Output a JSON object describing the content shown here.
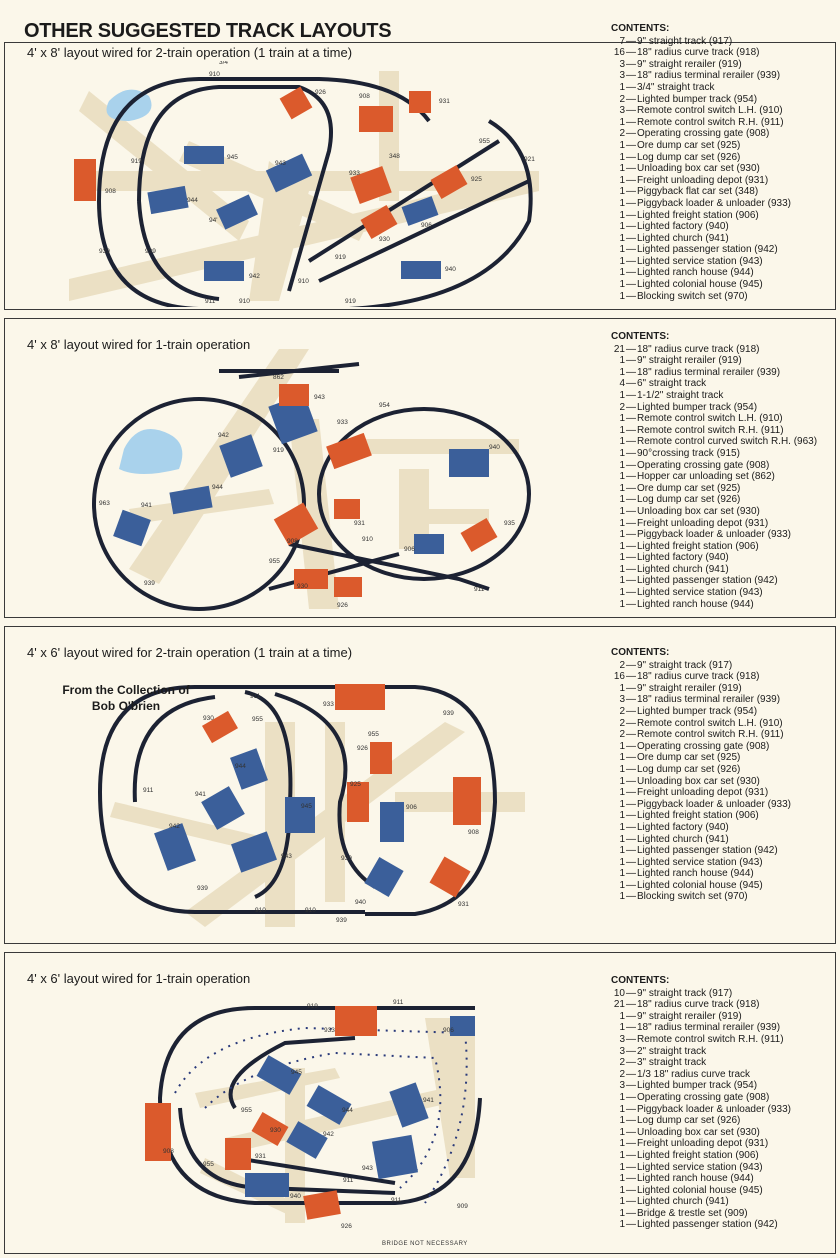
{
  "page_title": "OTHER SUGGESTED TRACK LAYOUTS",
  "colors": {
    "track": "#1c2233",
    "road": "#ebe0c4",
    "building_blue": "#3b5f9a",
    "building_orange": "#db5a2c",
    "water": "#a9d2ec",
    "background": "#fbf7ea"
  },
  "collection_note": {
    "line1": "From the Collection of",
    "line2": "Bob O'brien"
  },
  "bridge_note": "BRIDGE NOT NECESSARY",
  "layouts": [
    {
      "heading": "4' x 8' layout wired for 2-train operation (1 train at a time)",
      "contents_title": "CONTENTS:",
      "contents": [
        {
          "qty": "7",
          "item": "9\" straight track (917)"
        },
        {
          "qty": "16",
          "item": "18\" radius curve track (918)"
        },
        {
          "qty": "3",
          "item": "9\" straight rerailer (919)"
        },
        {
          "qty": "3",
          "item": "18\" radius terminal rerailer (939)"
        },
        {
          "qty": "1",
          "item": "3/4\" straight track"
        },
        {
          "qty": "2",
          "item": "Lighted bumper track (954)"
        },
        {
          "qty": "3",
          "item": "Remote control switch L.H. (910)"
        },
        {
          "qty": "1",
          "item": "Remote control switch R.H. (911)"
        },
        {
          "qty": "2",
          "item": "Operating crossing gate (908)"
        },
        {
          "qty": "1",
          "item": "Ore dump car set (925)"
        },
        {
          "qty": "1",
          "item": "Log dump car set (926)"
        },
        {
          "qty": "1",
          "item": "Unloading box car set (930)"
        },
        {
          "qty": "1",
          "item": "Freight unloading depot (931)"
        },
        {
          "qty": "1",
          "item": "Piggyback flat car set (348)"
        },
        {
          "qty": "1",
          "item": "Piggyback loader & unloader (933)"
        },
        {
          "qty": "1",
          "item": "Lighted freight station (906)"
        },
        {
          "qty": "1",
          "item": "Lighted factory (940)"
        },
        {
          "qty": "1",
          "item": "Lighted church (941)"
        },
        {
          "qty": "1",
          "item": "Lighted passenger station (942)"
        },
        {
          "qty": "1",
          "item": "Lighted service station (943)"
        },
        {
          "qty": "1",
          "item": "Lighted ranch house (944)"
        },
        {
          "qty": "1",
          "item": "Lighted colonial house (945)"
        },
        {
          "qty": "1",
          "item": "Blocking switch set (970)"
        }
      ],
      "labels": [
        "3/4\"",
        "910",
        "926",
        "908",
        "931",
        "955",
        "921",
        "919",
        "945",
        "943",
        "348",
        "933",
        "925",
        "908",
        "944",
        "94'",
        "906",
        "930",
        "939",
        "939",
        "942",
        "910",
        "919",
        "940",
        "911",
        "910",
        "919"
      ]
    },
    {
      "heading": "4' x 8' layout wired for 1-train operation",
      "contents_title": "CONTENTS:",
      "contents": [
        {
          "qty": "21",
          "item": "18\" radius curve track (918)"
        },
        {
          "qty": "1",
          "item": "9\" straight rerailer (919)"
        },
        {
          "qty": "1",
          "item": "18\" radius terminal rerailer (939)"
        },
        {
          "qty": "4",
          "item": "6\" straight track"
        },
        {
          "qty": "1",
          "item": "1-1/2\" straight track"
        },
        {
          "qty": "2",
          "item": "Lighted bumper track (954)"
        },
        {
          "qty": "1",
          "item": "Remote control switch L.H. (910)"
        },
        {
          "qty": "1",
          "item": "Remote control switch R.H. (911)"
        },
        {
          "qty": "1",
          "item": "Remote control curved switch R.H. (963)"
        },
        {
          "qty": "1",
          "item": "90°crossing track (915)"
        },
        {
          "qty": "1",
          "item": "Operating crossing gate (908)"
        },
        {
          "qty": "1",
          "item": "Hopper car unloading set (862)"
        },
        {
          "qty": "1",
          "item": "Ore dump car set (925)"
        },
        {
          "qty": "1",
          "item": "Log dump car set (926)"
        },
        {
          "qty": "1",
          "item": "Unloading box car set (930)"
        },
        {
          "qty": "1",
          "item": "Freight unloading depot (931)"
        },
        {
          "qty": "1",
          "item": "Piggyback loader & unloader (933)"
        },
        {
          "qty": "1",
          "item": "Lighted freight station (906)"
        },
        {
          "qty": "1",
          "item": "Lighted factory (940)"
        },
        {
          "qty": "1",
          "item": "Lighted church (941)"
        },
        {
          "qty": "1",
          "item": "Lighted passenger station (942)"
        },
        {
          "qty": "1",
          "item": "Lighted service station (943)"
        },
        {
          "qty": "1",
          "item": "Lighted ranch house (944)"
        }
      ],
      "labels": [
        "862",
        "943",
        "954",
        "942",
        "919",
        "933",
        "940",
        "963",
        "941",
        "944",
        "931",
        "908",
        "910",
        "906",
        "935",
        "955",
        "930",
        "926",
        "939",
        "911"
      ]
    },
    {
      "heading": "4' x 6' layout wired for 2-train operation (1 train at a time)",
      "contents_title": "CONTENTS:",
      "contents": [
        {
          "qty": "2",
          "item": "9\" straight track (917)"
        },
        {
          "qty": "16",
          "item": "18\" radius curve track (918)"
        },
        {
          "qty": "1",
          "item": "9\" straight rerailer (919)"
        },
        {
          "qty": "3",
          "item": "18\" radius terminal rerailer (939)"
        },
        {
          "qty": "2",
          "item": "Lighted bumper track (954)"
        },
        {
          "qty": "2",
          "item": "Remote control switch L.H. (910)"
        },
        {
          "qty": "2",
          "item": "Remote control switch R.H. (911)"
        },
        {
          "qty": "1",
          "item": "Operating crossing gate (908)"
        },
        {
          "qty": "1",
          "item": "Ore dump car set (925)"
        },
        {
          "qty": "1",
          "item": "Log dump car set (926)"
        },
        {
          "qty": "1",
          "item": "Unloading box car set (930)"
        },
        {
          "qty": "1",
          "item": "Freight unloading depot (931)"
        },
        {
          "qty": "1",
          "item": "Piggyback loader & unloader (933)"
        },
        {
          "qty": "1",
          "item": "Lighted freight station (906)"
        },
        {
          "qty": "1",
          "item": "Lighted factory (940)"
        },
        {
          "qty": "1",
          "item": "Lighted church (941)"
        },
        {
          "qty": "1",
          "item": "Lighted passenger station (942)"
        },
        {
          "qty": "1",
          "item": "Lighted service station (943)"
        },
        {
          "qty": "1",
          "item": "Lighted ranch house (944)"
        },
        {
          "qty": "1",
          "item": "Lighted colonial house (945)"
        },
        {
          "qty": "1",
          "item": "Blocking switch set (970)"
        }
      ],
      "labels": [
        "911",
        "933",
        "939",
        "930",
        "955",
        "955",
        "926",
        "944",
        "941",
        "911",
        "945",
        "925",
        "906",
        "908",
        "942",
        "943",
        "939",
        "939",
        "940",
        "931",
        "910",
        "910",
        "939"
      ]
    },
    {
      "heading": "4' x 6' layout wired for 1-train operation",
      "contents_title": "CONTENTS:",
      "contents": [
        {
          "qty": "10",
          "item": "9\" straight track (917)"
        },
        {
          "qty": "21",
          "item": "18\" radius curve track (918)"
        },
        {
          "qty": "1",
          "item": "9\" straight rerailer (919)"
        },
        {
          "qty": "1",
          "item": "18\" radius terminal rerailer (939)"
        },
        {
          "qty": "3",
          "item": "Remote control switch R.H. (911)"
        },
        {
          "qty": "3",
          "item": "2\" straight track"
        },
        {
          "qty": "2",
          "item": "3\" straight track"
        },
        {
          "qty": "2",
          "item": "1/3 18\" radius curve track"
        },
        {
          "qty": "3",
          "item": "Lighted bumper track (954)"
        },
        {
          "qty": "1",
          "item": "Operating crossing gate (908)"
        },
        {
          "qty": "1",
          "item": "Piggyback loader & unloader (933)"
        },
        {
          "qty": "1",
          "item": "Log dump car set (926)"
        },
        {
          "qty": "1",
          "item": "Unloading box car set (930)"
        },
        {
          "qty": "1",
          "item": "Freight unloading depot (931)"
        },
        {
          "qty": "1",
          "item": "Lighted freight station (906)"
        },
        {
          "qty": "1",
          "item": "Lighted service station (943)"
        },
        {
          "qty": "1",
          "item": "Lighted ranch house (944)"
        },
        {
          "qty": "1",
          "item": "Lighted colonial house (945)"
        },
        {
          "qty": "1",
          "item": "Lighted church (941)"
        },
        {
          "qty": "1",
          "item": "Bridge & trestle set (909)"
        },
        {
          "qty": "1",
          "item": "Lighted passenger station (942)"
        }
      ],
      "labels": [
        "919",
        "911",
        "933",
        "906",
        "945",
        "955",
        "944",
        "941",
        "930",
        "931",
        "942",
        "908",
        "943",
        "955",
        "940",
        "911",
        "911",
        "909",
        "926"
      ]
    }
  ]
}
